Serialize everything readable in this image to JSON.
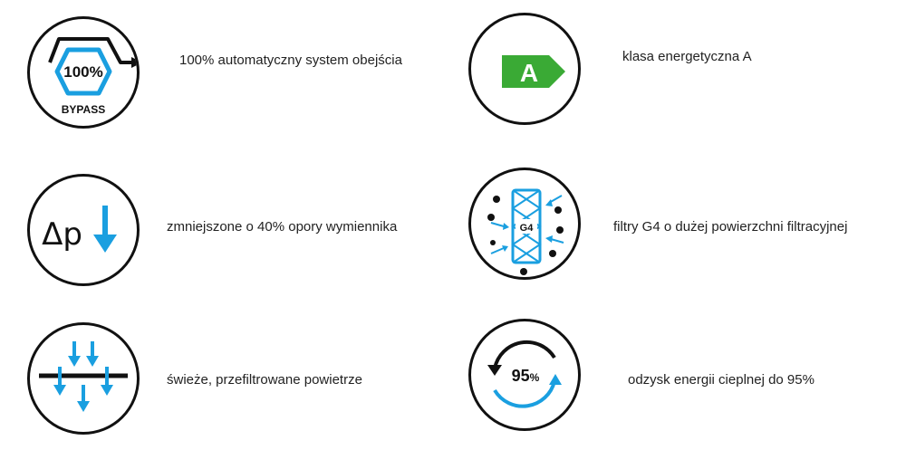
{
  "colors": {
    "accent_blue": "#1a9fe0",
    "energy_green": "#3aaa35",
    "outline": "#111111"
  },
  "features": [
    {
      "icon": "bypass-icon",
      "icon_text": "100%",
      "icon_subtext": "BYPASS",
      "label": "100% automatyczny system obejścia"
    },
    {
      "icon": "energy-class-icon",
      "icon_text": "A",
      "label": "klasa energetyczna A"
    },
    {
      "icon": "pressure-drop-icon",
      "icon_text": "Δp",
      "label": "zmniejszone o 40% opory wymiennika"
    },
    {
      "icon": "filter-icon",
      "icon_text": "G4",
      "label": "filtry G4 o dużej powierzchni filtracyjnej"
    },
    {
      "icon": "fresh-air-icon",
      "label": "świeże, przefiltrowane powietrze"
    },
    {
      "icon": "heat-recovery-icon",
      "icon_text": "95",
      "icon_subtext": "%",
      "label": "odzysk energii cieplnej do 95%"
    }
  ]
}
